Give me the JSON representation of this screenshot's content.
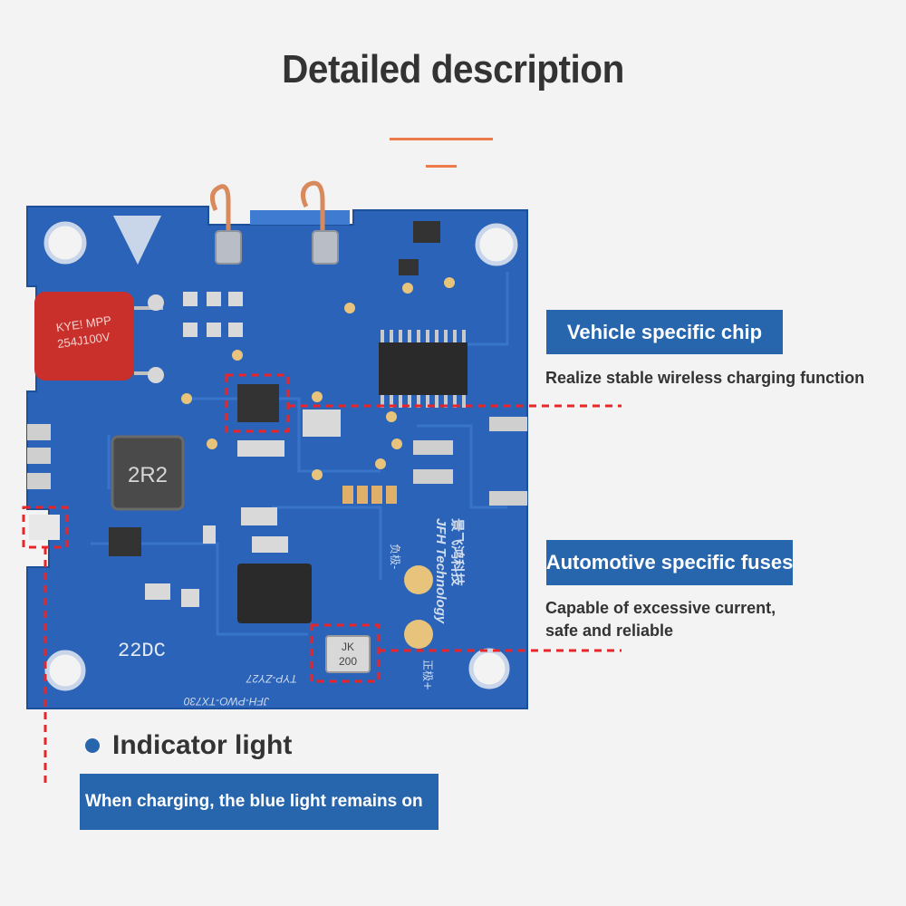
{
  "header": {
    "title": "Detailed description"
  },
  "board": {
    "capacitor_marking_1": "KYE! MPP",
    "capacitor_marking_2": "254J100V",
    "inductor_marking": "2R2",
    "fuse_marking_1": "JK",
    "fuse_marking_2": "200",
    "silkscreen_code": "22DC",
    "silkscreen_model_1": "TYP-ZY27",
    "silkscreen_model_2": "JFH-PWO-TX730",
    "silkscreen_brand_cn": "景飞鸿科技",
    "silkscreen_brand_en": "JFH Technology",
    "pad_minus_label": "负极-",
    "pad_plus_label": "正极+"
  },
  "callouts": {
    "chip": {
      "label": "Vehicle specific chip",
      "description": "Realize stable wireless charging function"
    },
    "fuse": {
      "label": "Automotive specific fuses",
      "description_line1": "Capable of excessive current,",
      "description_line2": "safe and reliable"
    },
    "indicator": {
      "title": "Indicator light",
      "description": "When charging, the blue light remains on"
    }
  },
  "colors": {
    "pcb_blue": "#2a63b8",
    "label_blue": "#2766ad",
    "accent_orange": "#ee7a4a",
    "callout_red": "#e8262a",
    "capacitor_red": "#c9302c"
  }
}
